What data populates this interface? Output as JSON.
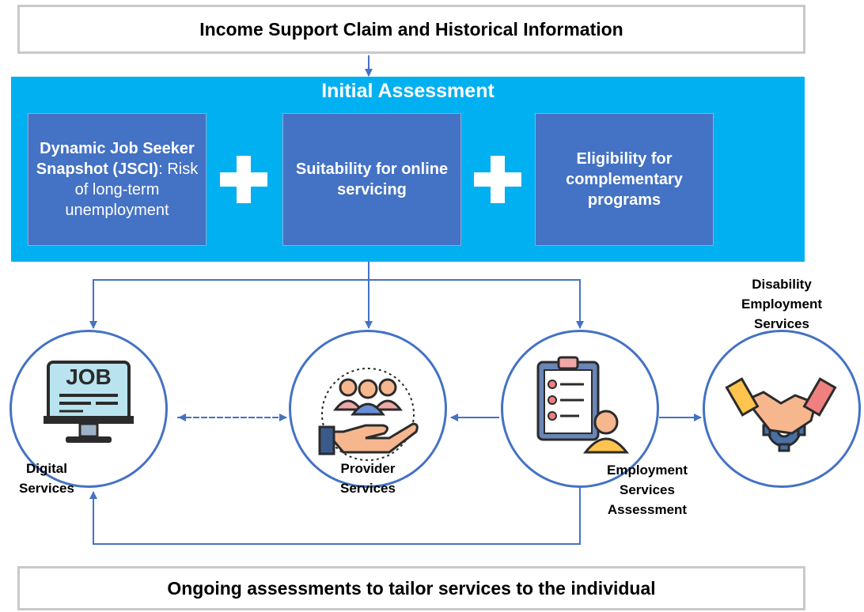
{
  "header": {
    "title": "Income Support Claim and Historical Information"
  },
  "initial_assessment": {
    "title": "Initial Assessment",
    "box1": {
      "bold_part": "Dynamic Job Seeker Snapshot (JSCI)",
      "normal_part": ": Risk of long-term unemployment"
    },
    "box2": "Suitability for online servicing",
    "box3": "Eligibility for complementary programs"
  },
  "services": {
    "digital": "Digital Services",
    "provider": "Provider Services",
    "esa": "Employment Services Assessment",
    "des": "Disability Employment Services"
  },
  "icons": {
    "digital": "job-monitor-icon",
    "provider": "team-in-hand-icon",
    "esa": "clipboard-assessor-icon",
    "des": "handshake-gear-icon"
  },
  "footer": {
    "title": "Ongoing assessments to tailor services to the individual"
  },
  "colors": {
    "panel": "#00b0f0",
    "box": "#4472c4",
    "line": "#4472c4",
    "border": "#c9c9c9"
  }
}
